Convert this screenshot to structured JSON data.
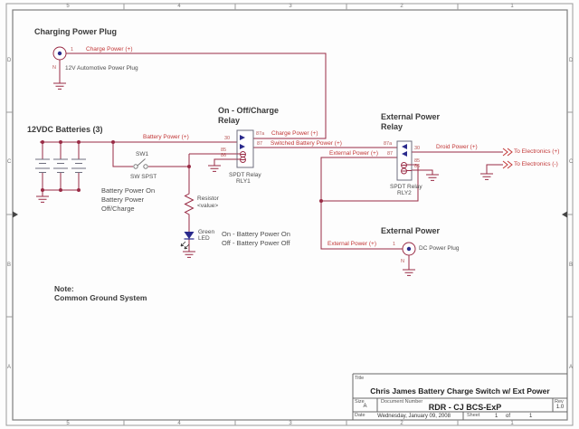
{
  "frame": {
    "top_labels": [
      "5",
      "4",
      "3",
      "2",
      "1"
    ],
    "bottom_labels": [
      "5",
      "4",
      "3",
      "2",
      "1"
    ],
    "left_labels": [
      "D",
      "C",
      "B",
      "A"
    ],
    "right_labels": [
      "D",
      "C",
      "B",
      "A"
    ]
  },
  "headings": {
    "charging_power_plug": "Charging Power Plug",
    "batteries": "12VDC Batteries (3)",
    "onoff_relay": "On - Off/Charge\nRelay",
    "external_relay": "External Power\nRelay",
    "external_power": "External Power",
    "note_label": "Note:",
    "note_text": "Common Ground System"
  },
  "nets": {
    "charge_power_1": "Charge Power (+)",
    "charge_power_2": "Charge Power (+)",
    "battery_power": "Battery Power (+)",
    "switched_battery_power": "Switched Battery Power (+)",
    "external_power_1": "External Power (+)",
    "external_power_2": "External Power (+)",
    "droid_power": "Droid Power (+)",
    "to_electronics_pos": "To Electronics (+)",
    "to_electronics_neg": "To Electronics (-)"
  },
  "components": {
    "auto_plug": {
      "label": "12V Automotive Power Plug",
      "pin_1": "1",
      "pin_n": "N"
    },
    "sw1": {
      "ref": "SW1",
      "type": "SW SPST"
    },
    "rly1": {
      "type": "SPDT Relay",
      "ref": "RLY1",
      "pin_30": "30",
      "pin_87a": "87a",
      "pin_87": "87",
      "pin_85": "85",
      "pin_86": "86"
    },
    "rly2": {
      "type": "SPDT Relay",
      "ref": "RLY2",
      "pin_30": "30",
      "pin_87a": "87a",
      "pin_87": "87",
      "pin_85": "85",
      "pin_86": "86"
    },
    "resistor": {
      "name": "Resistor",
      "value": "<value>"
    },
    "led": {
      "color_name": "Green",
      "name": "LED"
    },
    "dc_plug": {
      "label": "DC Power Plug",
      "pin_1": "1",
      "pin_n": "N"
    }
  },
  "annotations": {
    "battery_switch_states": "Battery Power On\nBattery Power\nOff/Charge",
    "led_states": "On - Battery Power On\nOff - Battery Power Off"
  },
  "title_block": {
    "title_label": "Title",
    "title": "Chris James Battery Charge Switch w/ Ext Power",
    "size_label": "Size",
    "size": "A",
    "doc_label": "Document Number",
    "doc_number": "RDR - CJ BCS-ExP",
    "rev_label": "Rev",
    "rev": "1.0",
    "date_label": "Date",
    "date": "Wednesday, January 09, 2008",
    "sheet_label": "Sheet",
    "sheet": "1",
    "of": "of",
    "total": "1"
  },
  "colors": {
    "wire": "#992b45",
    "net_label": "#c23737",
    "component_outline": "#6e6e7e",
    "component_text": "#4d4d4d",
    "accent_blue": "#2a2a8c",
    "frame": "#8a8a8a"
  }
}
